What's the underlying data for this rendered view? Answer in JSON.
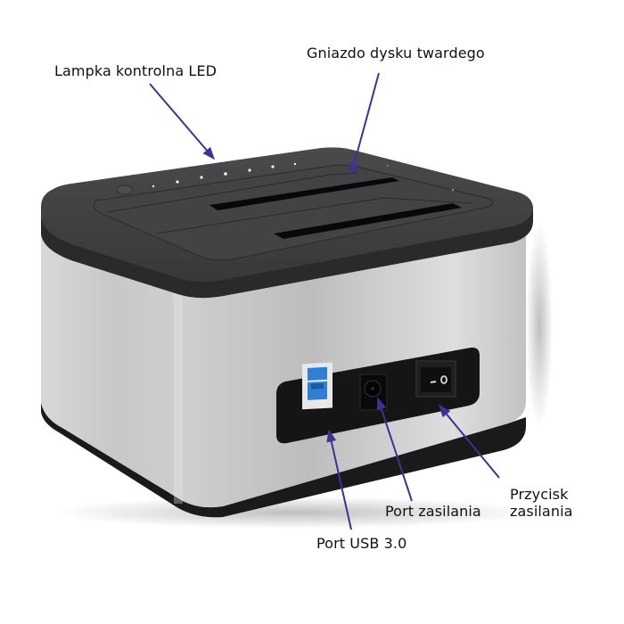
{
  "diagram": {
    "type": "annotated product diagram",
    "subject": "dual-bay hard drive docking station",
    "colors": {
      "background": "#ffffff",
      "top_cover": "#3d3d3f",
      "top_cover_edge": "#2a2a2b",
      "body_silver": "#c9c9c9",
      "body_highlight": "#e4e4e4",
      "base_black": "#1a1a1a",
      "rear_panel": "#151515",
      "usb_port_blue": "#2f7fd4",
      "arrow": "#3d3296",
      "text": "#111111"
    },
    "labels": {
      "led": "Lampka kontrolna LED",
      "drive_slot": "Gniazdo dysku twardego",
      "power_port": "Port zasilania",
      "power_button_line1": "Przycisk",
      "power_button_line2": "zasilania",
      "usb_port": "Port USB 3.0"
    },
    "features": [
      {
        "id": "led",
        "label": "Lampka kontrolna LED",
        "count_visible": 7
      },
      {
        "id": "drive_slot",
        "label": "Gniazdo dysku twardego",
        "count_visible": 2
      },
      {
        "id": "usb_port",
        "label": "Port USB 3.0"
      },
      {
        "id": "power_port",
        "label": "Port zasilania"
      },
      {
        "id": "power_button",
        "label": "Przycisk zasilania",
        "switch_symbols": [
          "-",
          "O"
        ]
      }
    ]
  }
}
